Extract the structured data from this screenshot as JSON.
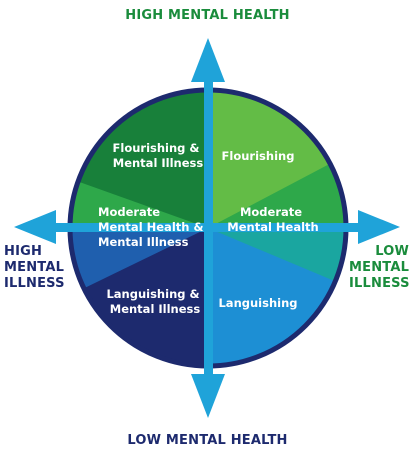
{
  "axes": {
    "top": "HIGH MENTAL HEALTH",
    "bottom": "LOW MENTAL HEALTH",
    "left": [
      "HIGH",
      "MENTAL",
      "ILLNESS"
    ],
    "right": [
      "LOW",
      "MENTAL",
      "ILLNESS"
    ]
  },
  "quadrants": {
    "top_left": [
      "Flourishing &",
      "Mental Illness"
    ],
    "top_right": [
      "Flourishing"
    ],
    "middle_left": [
      "Moderate",
      "Mental Health &",
      "Mental Illness"
    ],
    "middle_right": [
      "Moderate",
      "Mental Health"
    ],
    "bottom_left": [
      "Languishing &",
      "Mental Illness"
    ],
    "bottom_right": [
      "Languishing"
    ]
  },
  "colors": {
    "top_label": "#1a8c3c",
    "bottom_label": "#1d2a6e",
    "left_label": "#1d2a6e",
    "right_label": "#1a8c3c",
    "arrow": "#1fa3d9",
    "circle_border": "#1d2a6e",
    "green_dark": "#18803a",
    "green_mid": "#2ea84a",
    "green_light": "#63bc46",
    "teal": "#1aa6a0",
    "blue_light": "#1d8fd4",
    "blue_mid": "#1f5fae",
    "navy": "#1d2a6e"
  }
}
